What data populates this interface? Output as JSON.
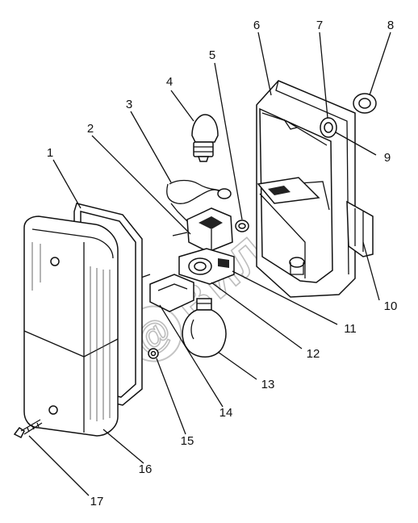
{
  "diagram": {
    "callouts": [
      {
        "id": "1",
        "label": "1"
      },
      {
        "id": "2",
        "label": "2"
      },
      {
        "id": "3",
        "label": "3"
      },
      {
        "id": "4",
        "label": "4"
      },
      {
        "id": "5",
        "label": "5"
      },
      {
        "id": "6",
        "label": "6"
      },
      {
        "id": "7",
        "label": "7"
      },
      {
        "id": "8",
        "label": "8"
      },
      {
        "id": "9",
        "label": "9"
      },
      {
        "id": "10",
        "label": "10"
      },
      {
        "id": "11",
        "label": "11"
      },
      {
        "id": "12",
        "label": "12"
      },
      {
        "id": "13",
        "label": "13"
      },
      {
        "id": "14",
        "label": "14"
      },
      {
        "id": "15",
        "label": "15"
      },
      {
        "id": "16",
        "label": "16"
      },
      {
        "id": "17",
        "label": "17"
      }
    ],
    "watermark": "ВИЛОН"
  }
}
